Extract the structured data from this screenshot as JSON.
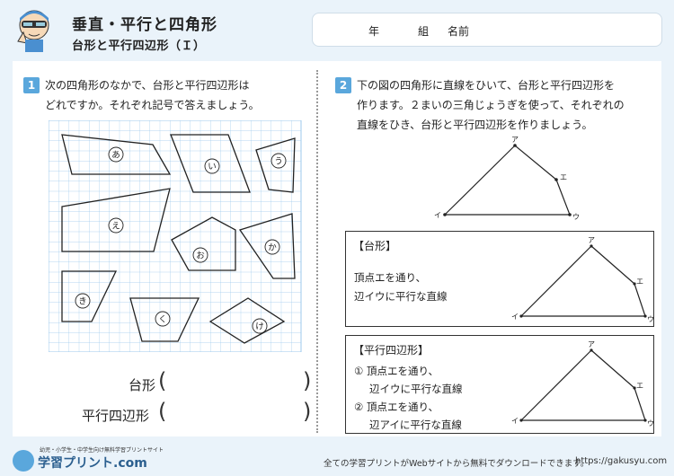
{
  "header": {
    "title": "垂直・平行と四角形",
    "subtitle": "台形と平行四辺形（Ｉ）",
    "name_box": {
      "year": "年",
      "class": "組",
      "name": "名前"
    }
  },
  "question1": {
    "number": "1",
    "line1": "次の四角形のなかで、台形と平行四辺形は",
    "line2": "どれですか。それぞれ記号で答えましょう。",
    "shape_labels": [
      "あ",
      "い",
      "う",
      "え",
      "お",
      "か",
      "き",
      "く",
      "け"
    ],
    "answers": [
      {
        "label": "台形",
        "paren_open": "(",
        "paren_close": ")"
      },
      {
        "label": "平行四辺形",
        "paren_open": "(",
        "paren_close": ")"
      }
    ]
  },
  "question2": {
    "number": "2",
    "line1": "下の図の四角形に直線をひいて、台形と平行四辺形を",
    "line2": "作ります。２まいの三角じょうぎを使って、それぞれの",
    "line3": "直線をひき、台形と平行四辺形を作りましょう。",
    "vertex_labels": {
      "a": "ア",
      "i": "イ",
      "u": "ウ",
      "e": "エ"
    },
    "box1": {
      "title": "【台形】",
      "line1": "頂点エを通り、",
      "line2": "辺イウに平行な直線"
    },
    "box2": {
      "title": "【平行四辺形】",
      "line1": "① 頂点エを通り、",
      "line2": "辺イウに平行な直線",
      "line3": "② 頂点エを通り、",
      "line4": "辺アイに平行な直線"
    }
  },
  "footer": {
    "logo_small": "幼児・小学生・中学生向け無料学習プリントサイト",
    "logo": "学習プリント.com",
    "note": "全ての学習プリントがWebサイトから無料でダウンロードできます。",
    "url": "https://gakusyu.com"
  },
  "colors": {
    "accent": "#5aa7dc",
    "grid": "#9cc9ec",
    "background": "#eaf3fa"
  }
}
